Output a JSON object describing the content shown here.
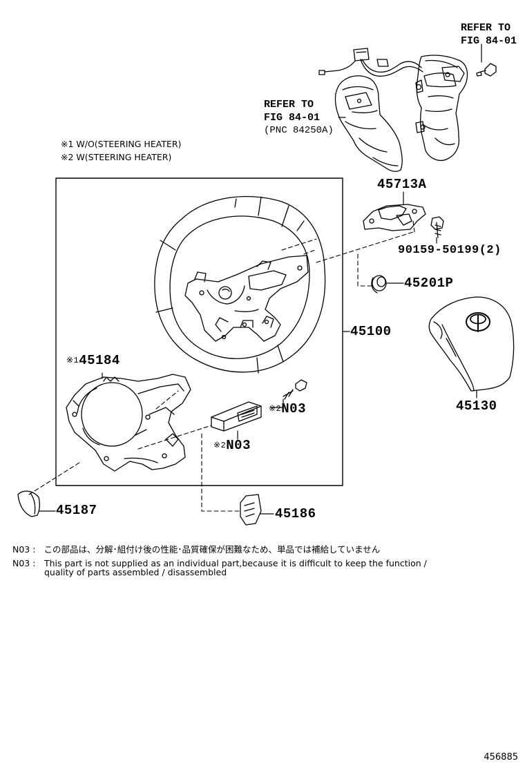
{
  "legend": {
    "item1": "※1  W/O(STEERING HEATER)",
    "item2": "※2  W(STEERING HEATER)"
  },
  "references": {
    "top_right": {
      "line1": "REFER TO",
      "line2": "FIG 84-01"
    },
    "center": {
      "line1": "REFER TO",
      "line2": "FIG 84-01",
      "line3": "(PNC 84250A)"
    }
  },
  "parts": {
    "p45713A": "45713A",
    "p90159": "90159-50199(2)",
    "p45201P": "45201P",
    "p45100": "45100",
    "p45130": "45130",
    "p45184_mark": "※1",
    "p45184": "45184",
    "n03_a_mark": "※2",
    "n03_a": "N03",
    "n03_b_mark": "※2",
    "n03_b": "N03",
    "p45187": "45187",
    "p45186": "45186"
  },
  "notes": {
    "jp_code": "N03 :",
    "jp_text": "この部品は、分解･組付け後の性能･品質確保が困難なため、単品では補給していません",
    "en_code": "N03 :",
    "en_line1": "This part is not supplied as an individual part,because it is difficult to keep the function /",
    "en_line2": "quality of parts assembled / disassembled"
  },
  "figure_id": "456885"
}
